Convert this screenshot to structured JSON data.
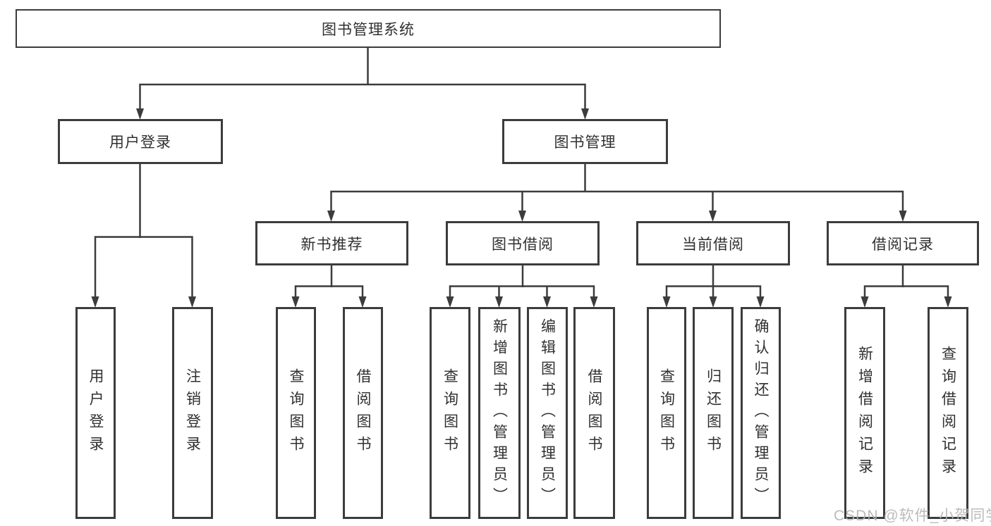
{
  "tree": {
    "root": {
      "label": "图书管理系统"
    },
    "branches": [
      {
        "label": "用户登录",
        "children": [
          {
            "label": "用户登录"
          },
          {
            "label": "注销登录"
          }
        ]
      },
      {
        "label": "图书管理",
        "children": [
          {
            "label": "新书推荐",
            "children": [
              {
                "label": "查询图书"
              },
              {
                "label": "借阅图书"
              }
            ]
          },
          {
            "label": "图书借阅",
            "children": [
              {
                "label": "查询图书"
              },
              {
                "label": "新增图书（管理员）"
              },
              {
                "label": "编辑图书（管理员）"
              },
              {
                "label": "借阅图书"
              }
            ]
          },
          {
            "label": "当前借阅",
            "children": [
              {
                "label": "查询图书"
              },
              {
                "label": "归还图书"
              },
              {
                "label": "确认归还（管理员）"
              }
            ]
          },
          {
            "label": "借阅记录",
            "children": [
              {
                "label": "新增借阅记录"
              },
              {
                "label": "查询借阅记录"
              }
            ]
          }
        ]
      }
    ]
  },
  "watermark": {
    "text": "CSDN @软件_小贺同学",
    "color": "#b4b4b6"
  },
  "colors": {
    "line": "#3c3c3c",
    "border": "#3c3c3c",
    "text": "#303030",
    "background": "#ffffff"
  }
}
